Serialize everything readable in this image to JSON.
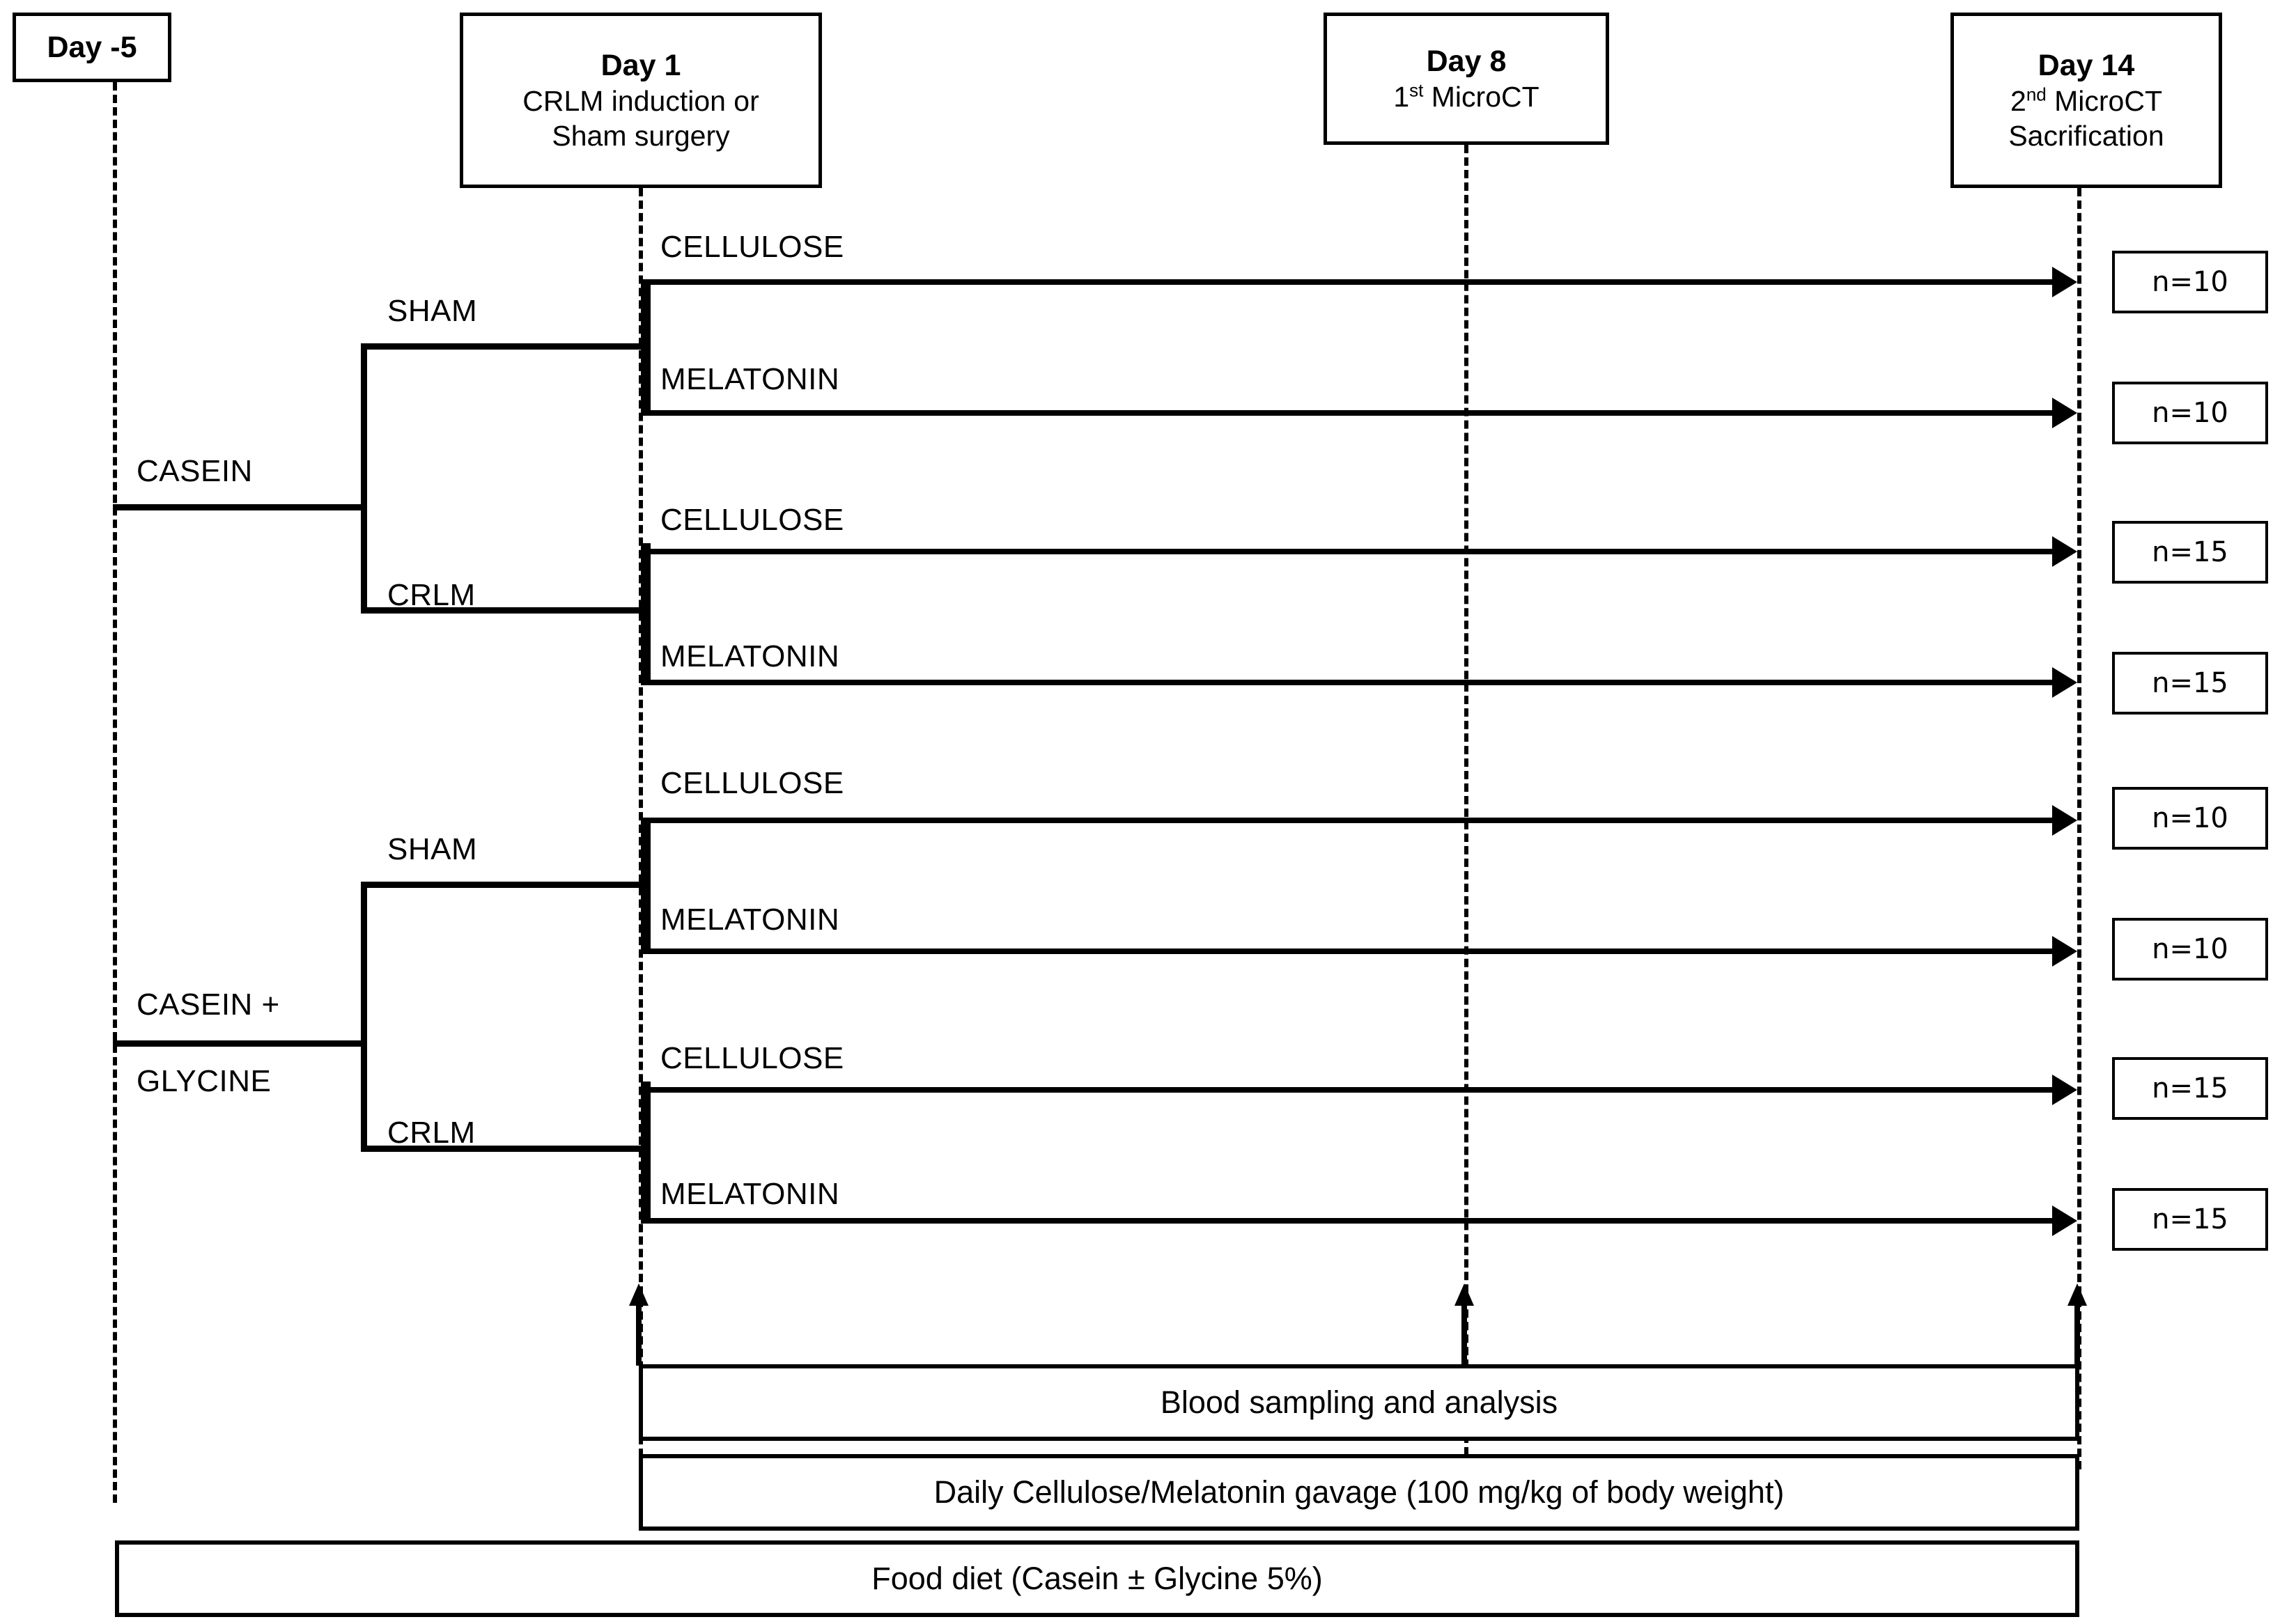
{
  "timeline": {
    "days": [
      {
        "id": "day-minus5",
        "title": "Day -5",
        "subtitles": []
      },
      {
        "id": "day-1",
        "title": "Day 1",
        "subtitles": [
          "CRLM induction or",
          "Sham surgery"
        ]
      },
      {
        "id": "day-8",
        "title": "Day 8",
        "subtitles": [
          "1st MicroCT"
        ],
        "sup": [
          "st"
        ]
      },
      {
        "id": "day-14",
        "title": "Day 14",
        "subtitles": [
          "2nd MicroCT",
          "Sacrification"
        ],
        "sup": [
          "nd"
        ]
      }
    ]
  },
  "diets": [
    {
      "id": "casein",
      "label": "CASEIN",
      "label_lines": [
        "CASEIN"
      ]
    },
    {
      "id": "casein-glycine",
      "label": "CASEIN + GLYCINE",
      "label_lines": [
        "CASEIN +",
        "GLYCINE"
      ]
    }
  ],
  "surgeries": [
    {
      "id": "sham-1",
      "label": "SHAM"
    },
    {
      "id": "crlm-1",
      "label": "CRLM"
    },
    {
      "id": "sham-2",
      "label": "SHAM"
    },
    {
      "id": "crlm-2",
      "label": "CRLM"
    }
  ],
  "arms": [
    {
      "id": "arm-1",
      "treatment": "CELLULOSE",
      "n": "n=10",
      "diet": "CASEIN",
      "surgery": "SHAM"
    },
    {
      "id": "arm-2",
      "treatment": "MELATONIN",
      "n": "n=10",
      "diet": "CASEIN",
      "surgery": "SHAM"
    },
    {
      "id": "arm-3",
      "treatment": "CELLULOSE",
      "n": "n=15",
      "diet": "CASEIN",
      "surgery": "CRLM"
    },
    {
      "id": "arm-4",
      "treatment": "MELATONIN",
      "n": "n=15",
      "diet": "CASEIN",
      "surgery": "CRLM"
    },
    {
      "id": "arm-5",
      "treatment": "CELLULOSE",
      "n": "n=10",
      "diet": "CASEIN + GLYCINE",
      "surgery": "SHAM"
    },
    {
      "id": "arm-6",
      "treatment": "MELATONIN",
      "n": "n=10",
      "diet": "CASEIN + GLYCINE",
      "surgery": "SHAM"
    },
    {
      "id": "arm-7",
      "treatment": "CELLULOSE",
      "n": "n=15",
      "diet": "CASEIN + GLYCINE",
      "surgery": "CRLM"
    },
    {
      "id": "arm-8",
      "treatment": "MELATONIN",
      "n": "n=15",
      "diet": "CASEIN + GLYCINE",
      "surgery": "CRLM"
    }
  ],
  "banners": [
    {
      "id": "blood-sampling",
      "label": "Blood sampling and analysis"
    },
    {
      "id": "gavage",
      "label": "Daily Cellulose/Melatonin gavage (100 mg/kg of body weight)"
    },
    {
      "id": "food-diet",
      "label": "Food diet (Casein ± Glycine 5%)"
    }
  ],
  "colors": {
    "ink": "#000000",
    "paper": "#ffffff"
  }
}
